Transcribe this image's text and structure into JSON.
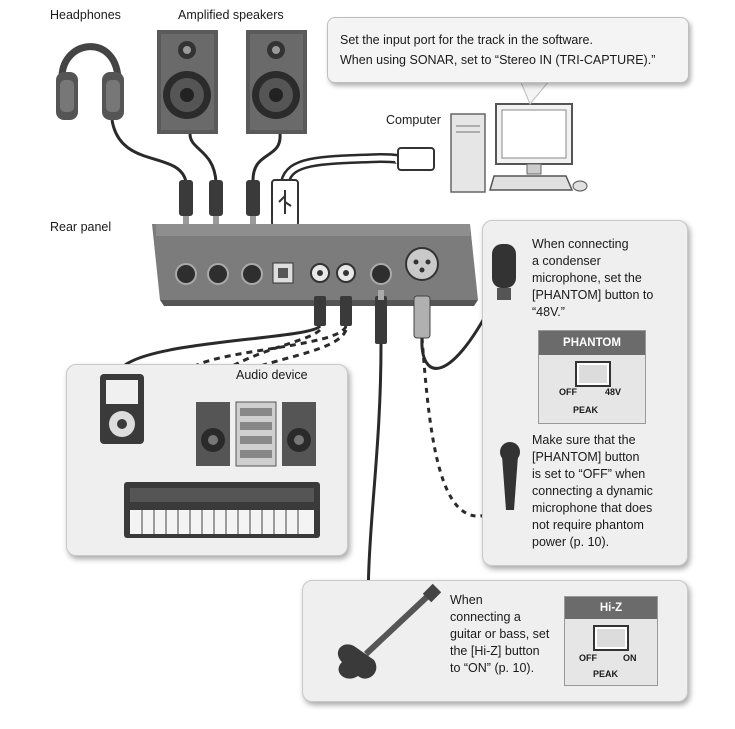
{
  "labels": {
    "headphones": "Headphones",
    "amplified_speakers": "Amplified speakers",
    "computer": "Computer",
    "rear_panel": "Rear panel",
    "audio_device": "Audio device"
  },
  "callouts": {
    "software": [
      "Set the input port for the track in the software.",
      "When using SONAR, set to “Stereo IN (TRI-CAPTURE).”"
    ],
    "condenser": [
      "When connecting",
      "a condenser",
      "microphone, set the",
      "[PHANTOM] button to",
      "“48V.”"
    ],
    "dynamic": [
      "Make sure that the",
      "[PHANTOM] button",
      "is set to “OFF” when",
      "connecting a dynamic",
      "microphone that does",
      "not require phantom",
      "power (p. 10)."
    ],
    "guitar": [
      "When",
      "connecting a",
      "guitar or bass, set",
      "the [Hi-Z] button",
      "to “ON” (p. 10)."
    ]
  },
  "phantom_panel": {
    "title": "PHANTOM",
    "off": "OFF",
    "on": "48V",
    "peak": "PEAK"
  },
  "hiz_panel": {
    "title": "Hi-Z",
    "off": "OFF",
    "on": "ON",
    "peak": "PEAK"
  }
}
